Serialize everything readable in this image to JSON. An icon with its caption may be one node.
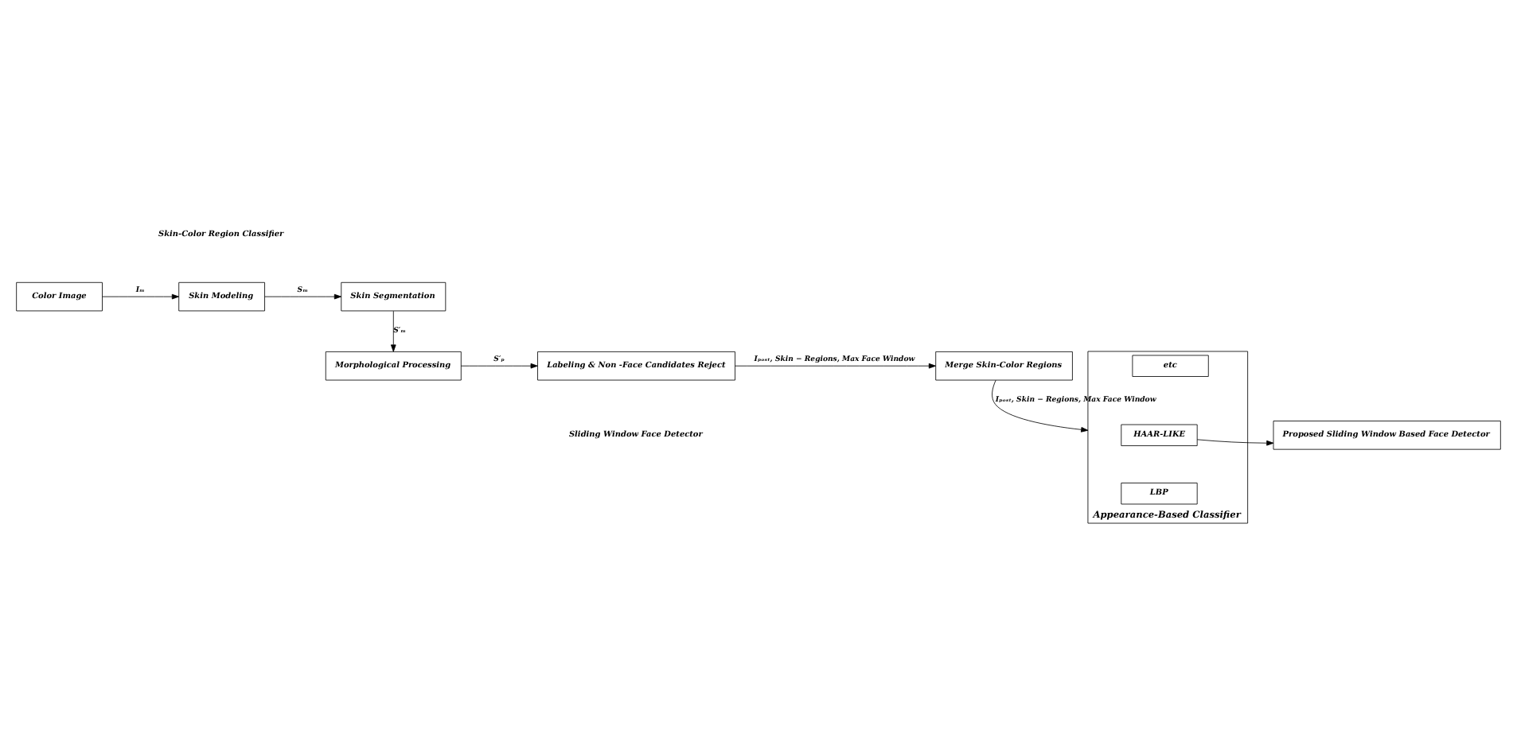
{
  "diagram": {
    "nodes": [
      {
        "text": [
          "Color Image"
        ]
      },
      {
        "text": [
          "Skin Modeling"
        ]
      },
      {
        "text": [
          "Skin Segmentation"
        ]
      },
      {
        "text": [
          "Morphological Processing"
        ]
      },
      {
        "text": [
          "Labeling & Non -Face Candidates Reject"
        ]
      },
      {
        "text": [
          "Merge Skin-Color Regions"
        ]
      },
      {
        "text": [
          "Appearance-Based Classifier"
        ]
      },
      {
        "text": [
          "etc"
        ],
        "in": 6
      },
      {
        "text": [
          "HAAR-LIKE"
        ],
        "in": 6
      },
      {
        "text": [
          "LBP"
        ],
        "in": 6
      },
      {
        "text": [
          "Proposed Sliding Window Based Face Detector"
        ]
      }
    ],
    "edges": [
      {
        "from": 0,
        "to": 1,
        "arrow": "to",
        "label": "Iₘ"
      },
      {
        "from": 1,
        "to": 2,
        "arrow": "to",
        "label": "Sₘ"
      },
      {
        "from": 2,
        "to": 3,
        "arrow": "to",
        "label": "S′ₘ"
      },
      {
        "from": 3,
        "to": 4,
        "arrow": "to",
        "label": "S′ₚ"
      },
      {
        "from": 4,
        "to": 5,
        "arrow": "to",
        "label": "Iₚₒₛₜ, Skin − Regions, Max Face Window"
      },
      {
        "from": 5,
        "to": 6,
        "arrow": "to",
        "label": "Iₚₒₛₜ, Skin − Regions, Max Face Window"
      },
      {
        "from": 8,
        "to": 10,
        "arrow": "to"
      }
    ],
    "labels": [
      "Skin-Color Region Classifier",
      "Sliding Window Face Detector"
    ]
  }
}
